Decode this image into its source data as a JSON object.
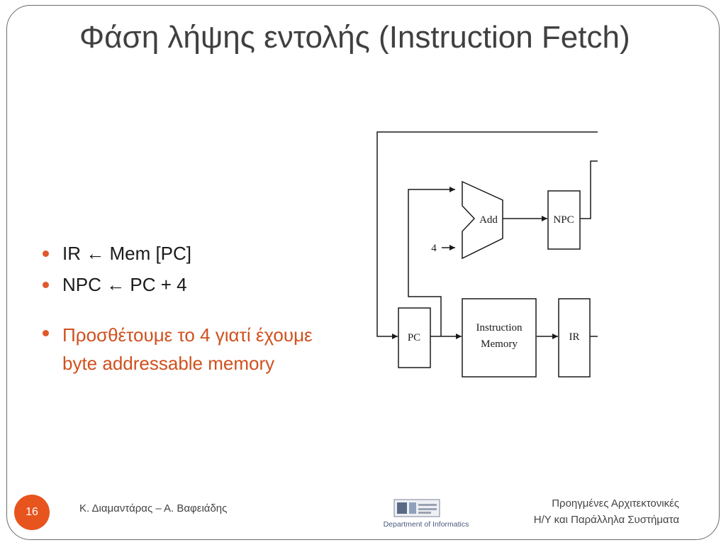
{
  "slide": {
    "title": "Φάση λήψης εντολής (Instruction Fetch)",
    "bullets": {
      "b1_pre": "IR ",
      "b1_arrow": "←",
      "b1_post": " Mem [PC]",
      "b2_pre": "NPC ",
      "b2_arrow": "←",
      "b2_post": " PC + 4",
      "b3": "Προσθέτουμε το 4 γιατί έχουμε byte addressable memory"
    },
    "diagram": {
      "add_label": "Add",
      "npc_label": "NPC",
      "const_label": "4",
      "pc_label": "PC",
      "imem_line1": "Instruction",
      "imem_line2": "Memory",
      "ir_label": "IR"
    },
    "footer": {
      "slide_number": "16",
      "authors": "Κ. Διαμαντάρας – Α. Βαφειάδης",
      "logo_text": "Department of Informatics",
      "course_line1": "Προηγμένες Αρχιτεκτονικές",
      "course_line2": "Η/Υ και Παράλληλα Συστήματα"
    },
    "colors": {
      "accent": "#e8541e",
      "accent_text": "#d0501e",
      "title": "#404040"
    }
  }
}
